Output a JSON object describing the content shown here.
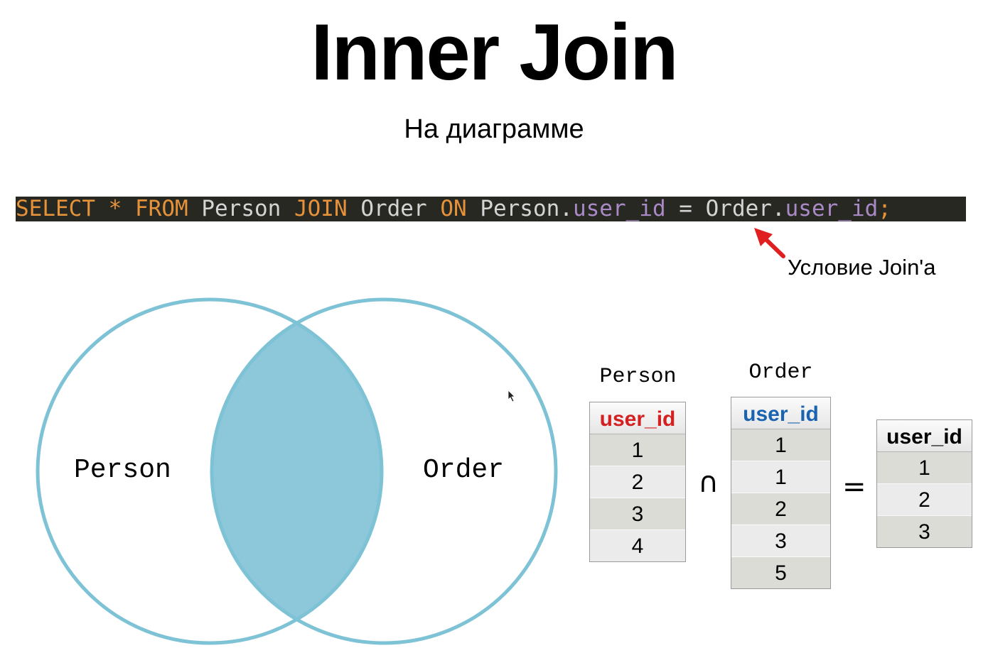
{
  "title": "Inner Join",
  "subtitle": "На диаграмме",
  "sql": {
    "select": "SELECT",
    "star": "*",
    "from": "FROM",
    "person": "Person",
    "join": "JOIN",
    "order": "Order",
    "on": "ON",
    "person_ref": "Person.",
    "user_id_1": "user_id",
    "equals": "=",
    "order_ref": "Order.",
    "user_id_2": "user_id",
    "semicolon": ";"
  },
  "annotation": "Условие Join'a",
  "venn": {
    "left_label": "Person",
    "right_label": "Order",
    "ring_color": "#7ec2d6",
    "intersection_color": "#8cc7da"
  },
  "tables": {
    "person": {
      "caption": "Person",
      "header": "user_id",
      "header_color": "#d42020",
      "rows": [
        "1",
        "2",
        "3",
        "4"
      ]
    },
    "order": {
      "caption": "Order",
      "header": "user_id",
      "header_color": "#1a63b0",
      "rows": [
        "1",
        "1",
        "2",
        "3",
        "5"
      ]
    },
    "result": {
      "header": "user_id",
      "header_color": "#000000",
      "rows": [
        "1",
        "2",
        "3"
      ]
    }
  },
  "operators": {
    "intersect": "∩",
    "equals": "="
  }
}
